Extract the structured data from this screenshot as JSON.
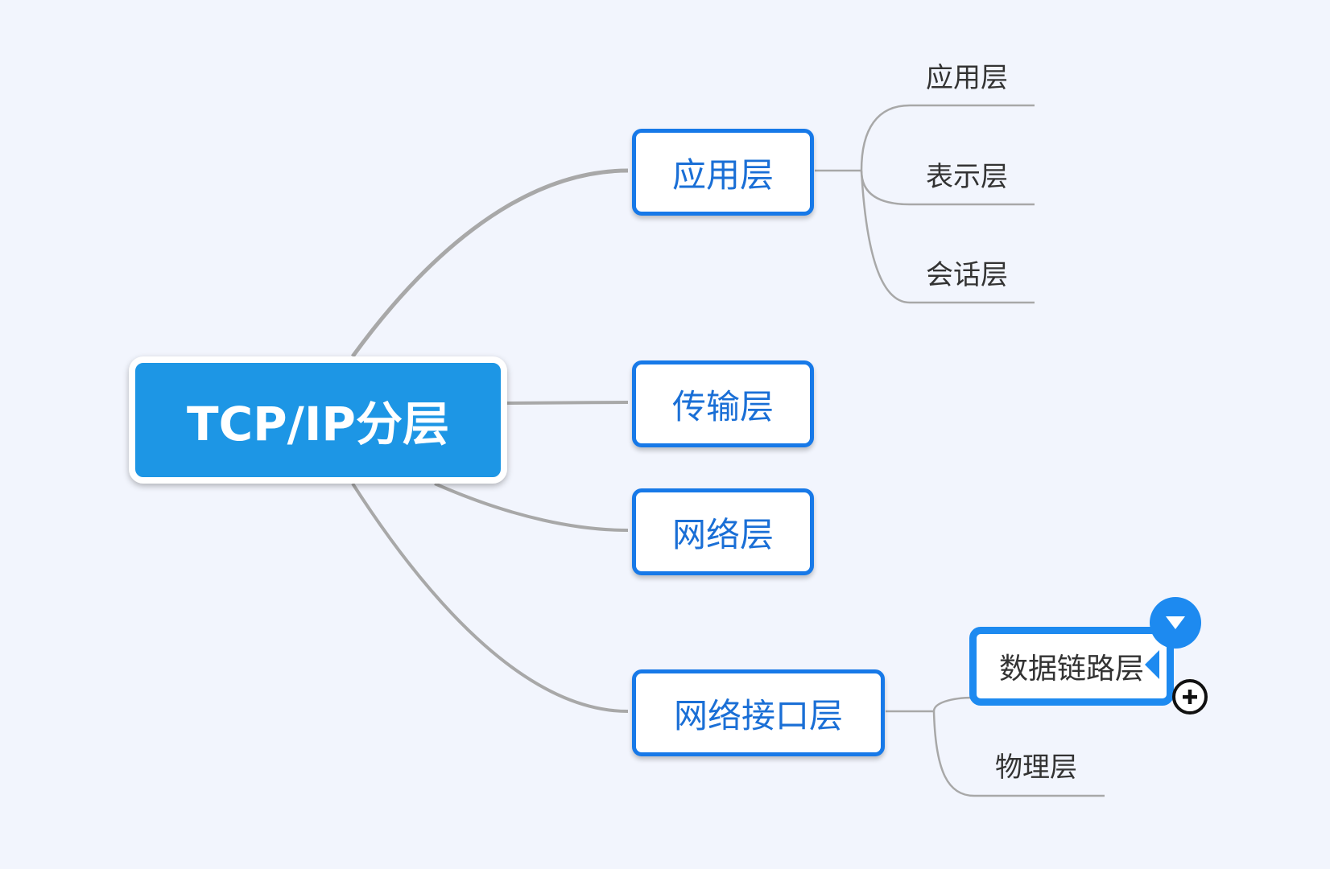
{
  "mindmap": {
    "root": {
      "label": "TCP/IP分层"
    },
    "branches": [
      {
        "label": "应用层",
        "children": [
          {
            "label": "应用层"
          },
          {
            "label": "表示层"
          },
          {
            "label": "会话层"
          }
        ]
      },
      {
        "label": "传输层",
        "children": []
      },
      {
        "label": "网络层",
        "children": []
      },
      {
        "label": "网络接口层",
        "children": [
          {
            "label": "数据链路层",
            "selected": true
          },
          {
            "label": "物理层"
          }
        ]
      }
    ]
  },
  "colors": {
    "background": "#f2f5fd",
    "root_fill": "#1d96e5",
    "branch_border": "#1779e8",
    "branch_text": "#1a6fd6",
    "connector": "#a8a8a8",
    "selection": "#1d8af0"
  },
  "icons": {
    "collapse": "triangle-down-icon",
    "add": "plus-circle-icon"
  }
}
